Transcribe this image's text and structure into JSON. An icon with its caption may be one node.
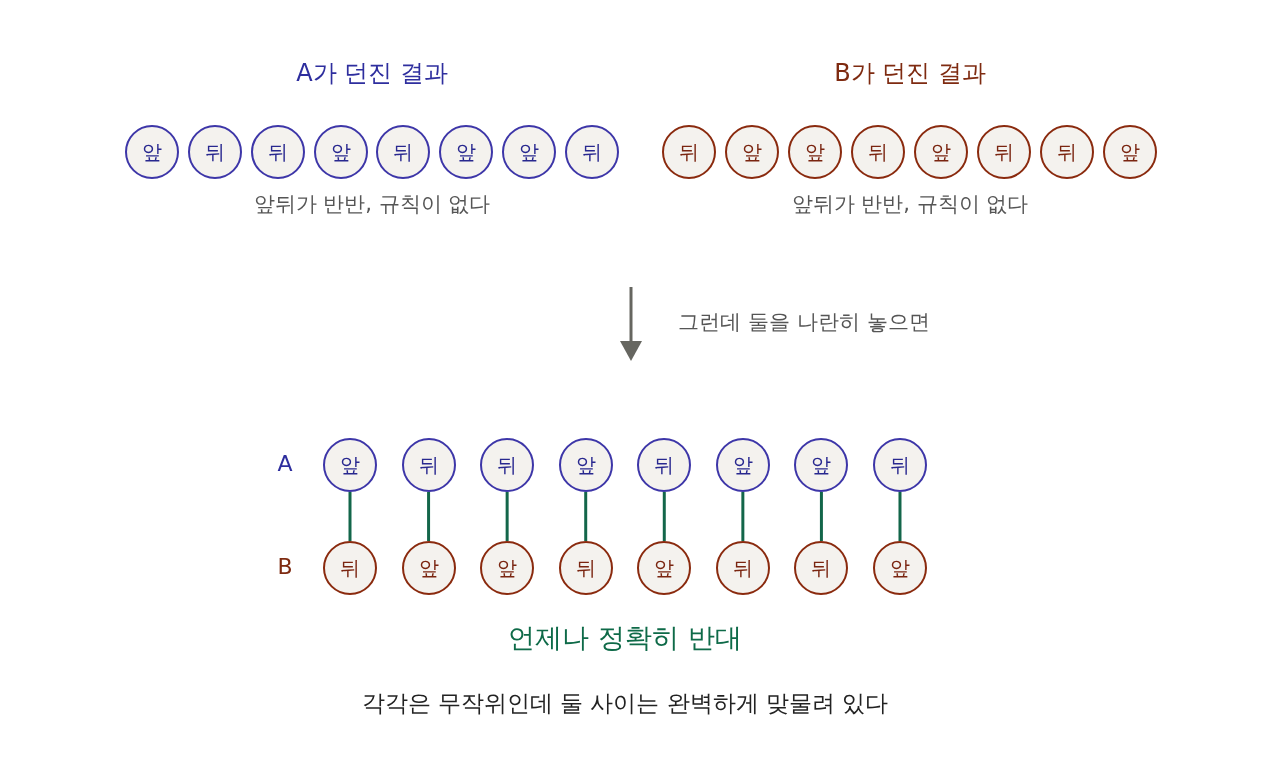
{
  "diagram": {
    "nodes": [
      {
        "text": [
          "앞"
        ]
      },
      {
        "text": [
          "뒤"
        ]
      },
      {
        "text": [
          "뒤"
        ]
      },
      {
        "text": [
          "앞"
        ]
      },
      {
        "text": [
          "뒤"
        ]
      },
      {
        "text": [
          "앞"
        ]
      },
      {
        "text": [
          "앞"
        ]
      },
      {
        "text": [
          "뒤"
        ]
      },
      {
        "text": [
          "뒤"
        ]
      },
      {
        "text": [
          "앞"
        ]
      },
      {
        "text": [
          "앞"
        ]
      },
      {
        "text": [
          "뒤"
        ]
      },
      {
        "text": [
          "앞"
        ]
      },
      {
        "text": [
          "뒤"
        ]
      },
      {
        "text": [
          "뒤"
        ]
      },
      {
        "text": [
          "앞"
        ]
      },
      {
        "text": [
          "앞"
        ]
      },
      {
        "text": [
          "뒤"
        ]
      },
      {
        "text": [
          "뒤"
        ]
      },
      {
        "text": [
          "앞"
        ]
      },
      {
        "text": [
          "뒤"
        ]
      },
      {
        "text": [
          "앞"
        ]
      },
      {
        "text": [
          "앞"
        ]
      },
      {
        "text": [
          "뒤"
        ]
      },
      {
        "text": [
          "뒤"
        ]
      },
      {
        "text": [
          "앞"
        ]
      },
      {
        "text": [
          "앞"
        ]
      },
      {
        "text": [
          "뒤"
        ]
      },
      {
        "text": [
          "앞"
        ]
      },
      {
        "text": [
          "뒤"
        ]
      },
      {
        "text": [
          "뒤"
        ]
      },
      {
        "text": [
          "앞"
        ]
      }
    ],
    "edges": [
      {
        "from": 16,
        "to": 24,
        "arrow": "none"
      },
      {
        "from": 17,
        "to": 25,
        "arrow": "none"
      },
      {
        "from": 18,
        "to": 26,
        "arrow": "none"
      },
      {
        "from": 19,
        "to": 27,
        "arrow": "none"
      },
      {
        "from": 20,
        "to": 28,
        "arrow": "none"
      },
      {
        "from": 21,
        "to": 29,
        "arrow": "none"
      },
      {
        "from": 22,
        "to": 30,
        "arrow": "none"
      },
      {
        "from": 23,
        "to": 31,
        "arrow": "none"
      }
    ],
    "labels": [
      "A가 던진 결과",
      "B가 던진 결과",
      "앞뒤가 반반, 규칙이 없다",
      "앞뒤가 반반, 규칙이 없다",
      "그런데 둘을 나란히 놓으면",
      "A",
      "B",
      "언제나 정확히 반대",
      "각각은 무작위인데 둘 사이는 완벽하게 맞물려 있다"
    ]
  }
}
